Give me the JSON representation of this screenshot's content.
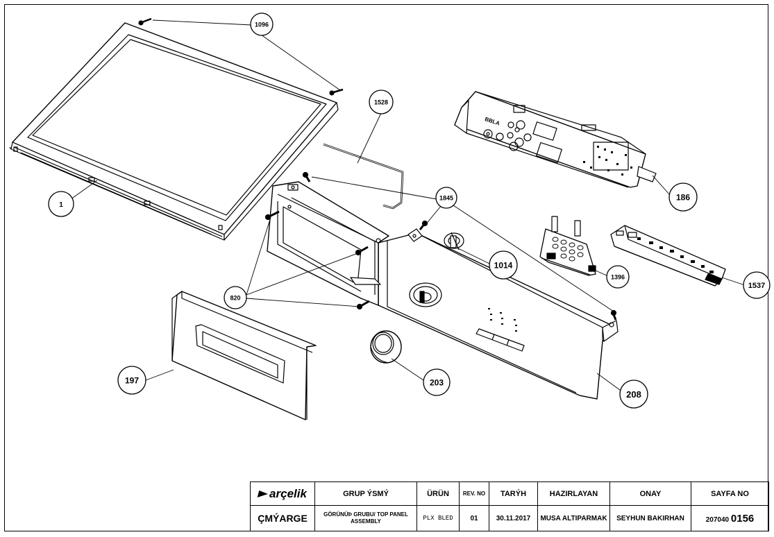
{
  "callouts": [
    {
      "id": "c1096",
      "label": "1096"
    },
    {
      "id": "c1",
      "label": "1"
    },
    {
      "id": "c1528",
      "label": "1528"
    },
    {
      "id": "c1845",
      "label": "1845"
    },
    {
      "id": "c186",
      "label": "186"
    },
    {
      "id": "c1014",
      "label": "1014"
    },
    {
      "id": "c1396",
      "label": "1396"
    },
    {
      "id": "c1537",
      "label": "1537"
    },
    {
      "id": "c820",
      "label": "820"
    },
    {
      "id": "c197",
      "label": "197"
    },
    {
      "id": "c203",
      "label": "203"
    },
    {
      "id": "c208",
      "label": "208"
    }
  ],
  "panel_label": "BBLA",
  "title_block": {
    "logo_text": "arçelik",
    "headers": {
      "group_name": "GRUP ÝSMÝ",
      "product": "ÜRÜN",
      "rev": "REV. NO",
      "date": "TARÝH",
      "prepared": "HAZIRLAYAN",
      "approval": "ONAY",
      "page": "SAYFA NO"
    },
    "values": {
      "system": "ÇMÝARGE",
      "group_name": "GÖRÜNÜÞ GRUBU/ TOP PANEL ASSEMBLY",
      "product": "PLX BLED",
      "rev": "01",
      "date": "30.11.2017",
      "prepared": "MUSA ALTIPARMAK",
      "approval": "SEYHUN BAKIRHAN",
      "page_prefix": "207040",
      "page_number": "0156"
    }
  }
}
